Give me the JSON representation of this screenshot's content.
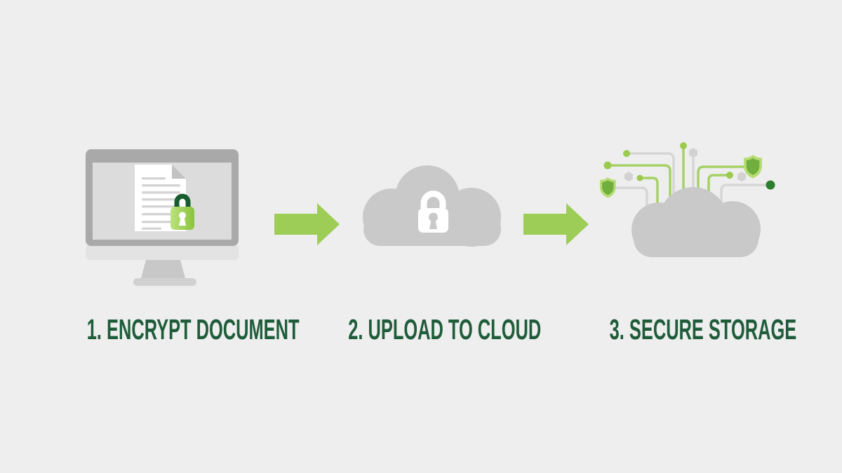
{
  "diagram": {
    "name": "document-encryption-cloud-storage-process",
    "steps": [
      {
        "number": "1",
        "title": "ENCRYPT DOCUMENT",
        "label": "1. ENCRYPT DOCUMENT",
        "icon": "monitor-document-lock-icon"
      },
      {
        "number": "2",
        "title": "UPLOAD TO CLOUD",
        "label": "2. UPLOAD TO CLOUD",
        "icon": "cloud-lock-icon"
      },
      {
        "number": "3",
        "title": "SECURE STORAGE",
        "label": "3. SECURE STORAGE",
        "icon": "cloud-circuit-shields-icon"
      }
    ],
    "connectors": [
      {
        "type": "arrow-right"
      },
      {
        "type": "arrow-right"
      }
    ],
    "colors": {
      "background": "#eeeeee",
      "arrow_green": "#9dcd57",
      "lock_body_green_light": "#bce27e",
      "lock_body_green": "#8ac43c",
      "lock_shackle_dark_green": "#185c30",
      "label_dark_green": "#1e5c3a",
      "cloud_gray": "#c9c9c9",
      "monitor_frame_gray": "#a9a9a9",
      "monitor_screen_gray": "#dcdcdc",
      "trace_gray": "#d6d6d6",
      "trace_green": "#a5d166",
      "node_green": "#9acb4e",
      "node_dark_green": "#2d7d2f",
      "shield_light_green": "#b7dc74",
      "shield_dark_green": "#70af3e"
    }
  }
}
